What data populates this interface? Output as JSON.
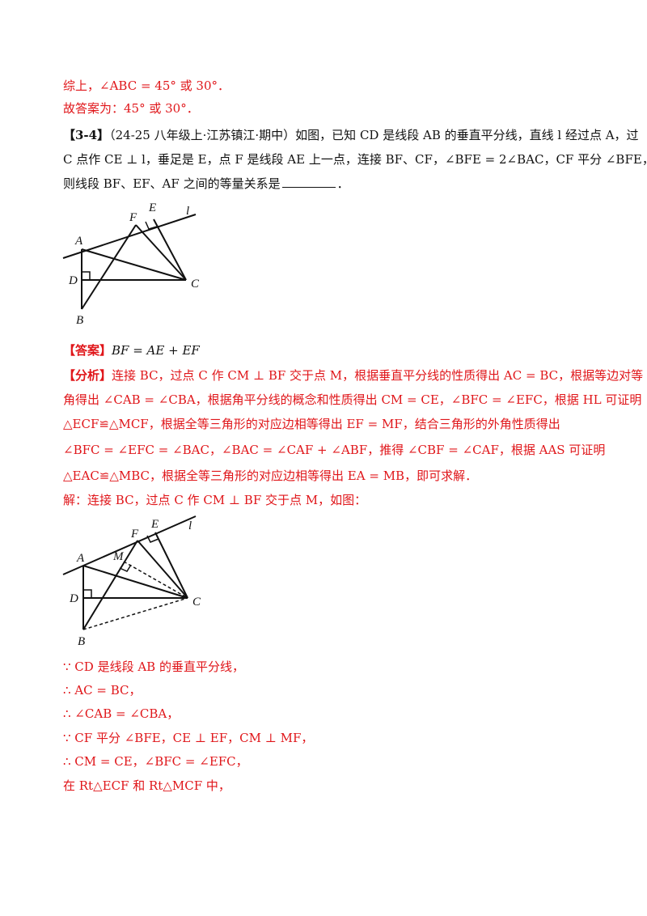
{
  "top": {
    "line1": "综上，∠ABC = 45° 或 30°．",
    "line2": "故答案为：45° 或 30°．"
  },
  "problem": {
    "tag": "【3-4】",
    "source": "（24-25 八年级上·江苏镇江·期中）",
    "line1_rest": "如图，已知 CD 是线段 AB 的垂直平分线，直线 l 经过点 A，过",
    "line2": "C 点作 CE ⊥ l，垂足是 E，点 F 是线段 AE 上一点，连接 BF、CF，∠BFE = 2∠BAC，CF 平分 ∠BFE，",
    "line3_before": "则线段 BF、EF、AF 之间的等量关系是",
    "line3_after": "．"
  },
  "figure1": {
    "labels": {
      "A": "A",
      "B": "B",
      "C": "C",
      "D": "D",
      "E": "E",
      "F": "F",
      "l": "l"
    }
  },
  "answer": {
    "tag": "【答案】",
    "text": "BF = AE + EF"
  },
  "analysis": {
    "tag": "【分析】",
    "line1_rest": "连接 BC，过点 C 作 CM ⊥ BF 交于点 M，根据垂直平分线的性质得出 AC = BC，根据等边对等",
    "line2": "角得出 ∠CAB = ∠CBA，根据角平分线的概念和性质得出 CM = CE，∠BFC = ∠EFC，根据 HL 可证明",
    "line3": "△ECF≌△MCF，根据全等三角形的对应边相等得出 EF = MF，结合三角形的外角性质得出",
    "line4": "∠BFC = ∠EFC = ∠BAC，∠BAC = ∠CAF + ∠ABF，推得 ∠CBF = ∠CAF，根据 AAS 可证明",
    "line5": "△EAC≌△MBC，根据全等三角形的对应边相等得出 EA = MB，即可求解．"
  },
  "solution": {
    "intro": "解：连接 BC，过点 C 作 CM ⊥ BF 交于点 M，如图：",
    "step1": "∵ CD 是线段 AB 的垂直平分线，",
    "step2": "∴ AC = BC，",
    "step3": "∴ ∠CAB = ∠CBA，",
    "step4": "∵ CF 平分 ∠BFE，CE ⊥ EF，CM ⊥ MF，",
    "step5": "∴ CM = CE，∠BFC = ∠EFC，",
    "step6": "在 Rt△ECF 和 Rt△MCF 中，"
  },
  "figure2": {
    "labels": {
      "A": "A",
      "B": "B",
      "C": "C",
      "D": "D",
      "E": "E",
      "F": "F",
      "M": "M",
      "l": "l"
    }
  }
}
